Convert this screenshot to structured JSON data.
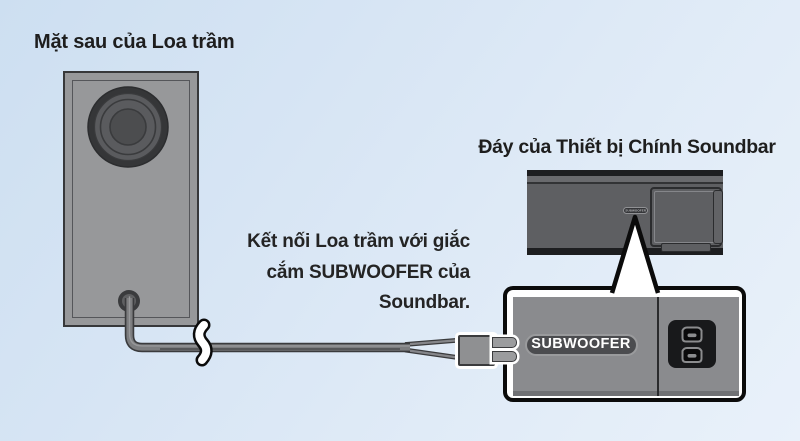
{
  "diagram": {
    "subwoofer_title": "Mặt sau của Loa trầm",
    "soundbar_title": "Đáy của Thiết bị Chính Soundbar",
    "instruction": {
      "line1": "Kết nối Loa trầm với giắc",
      "line2": "cắm SUBWOOFER của",
      "line3": "Soundbar."
    },
    "soundbar_port_label": "SUBWOOFER",
    "callout_jack_label": "SUBWOOFER"
  },
  "colors": {
    "background_top": "#cddff1",
    "background_bottom": "#e9f1fa",
    "text": "#1e1e1e",
    "subwoofer_gray": "#97989a",
    "soundbar_gray": "#5e5f62",
    "callout_panel_gray": "#8a8b8e",
    "jack_pill_fill": "#4b4c4f",
    "jack_pill_text": "#ffffff",
    "outline_black": "#0b0b0b"
  }
}
